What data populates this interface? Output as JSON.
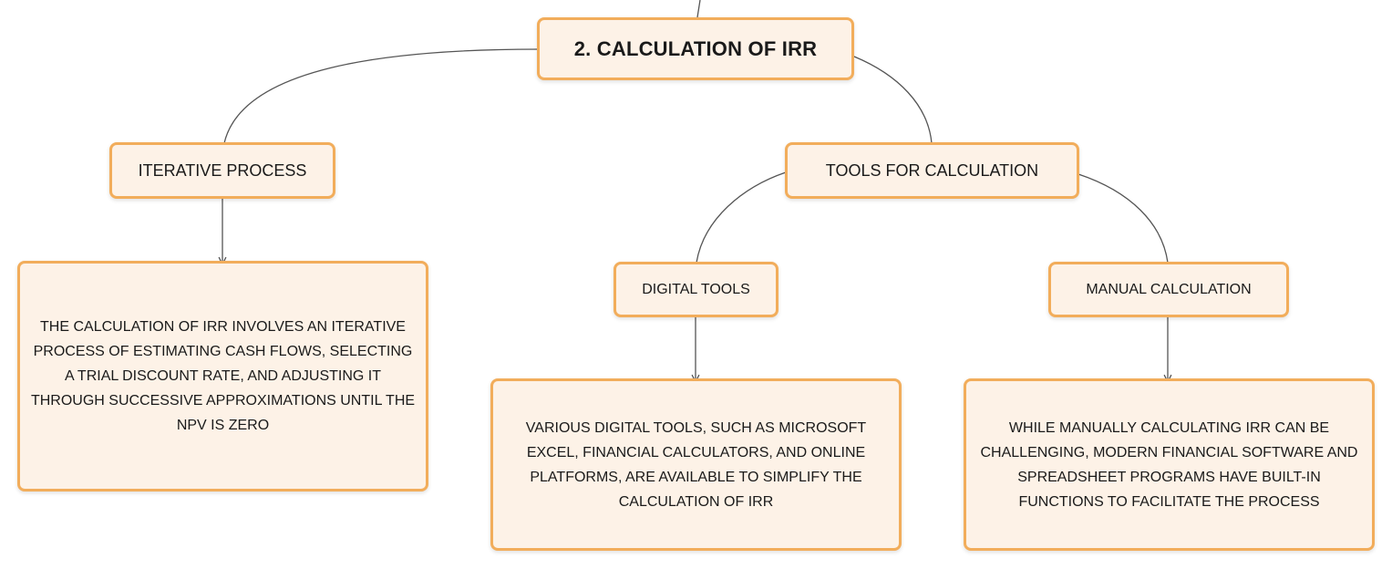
{
  "colors": {
    "node_border": "#f2ad5b",
    "node_fill": "#fdf2e7",
    "connector": "#555555"
  },
  "nodes": {
    "root": "2. CALCULATION OF IRR",
    "iterative_process": "ITERATIVE PROCESS",
    "tools_for_calculation": "TOOLS FOR CALCULATION",
    "digital_tools": "DIGITAL TOOLS",
    "manual_calculation": "MANUAL CALCULATION",
    "iterative_detail": "THE CALCULATION OF IRR INVOLVES AN ITERATIVE PROCESS OF ESTIMATING CASH FLOWS, SELECTING A TRIAL DISCOUNT RATE, AND ADJUSTING IT THROUGH SUCCESSIVE APPROXIMATIONS UNTIL THE NPV IS ZERO",
    "digital_detail": "VARIOUS DIGITAL TOOLS, SUCH AS MICROSOFT EXCEL, FINANCIAL CALCULATORS, AND ONLINE PLATFORMS, ARE AVAILABLE TO SIMPLIFY THE CALCULATION OF IRR",
    "manual_detail": "WHILE MANUALLY CALCULATING IRR CAN BE CHALLENGING, MODERN FINANCIAL SOFTWARE AND SPREADSHEET PROGRAMS HAVE BUILT-IN FUNCTIONS TO FACILITATE THE PROCESS"
  }
}
